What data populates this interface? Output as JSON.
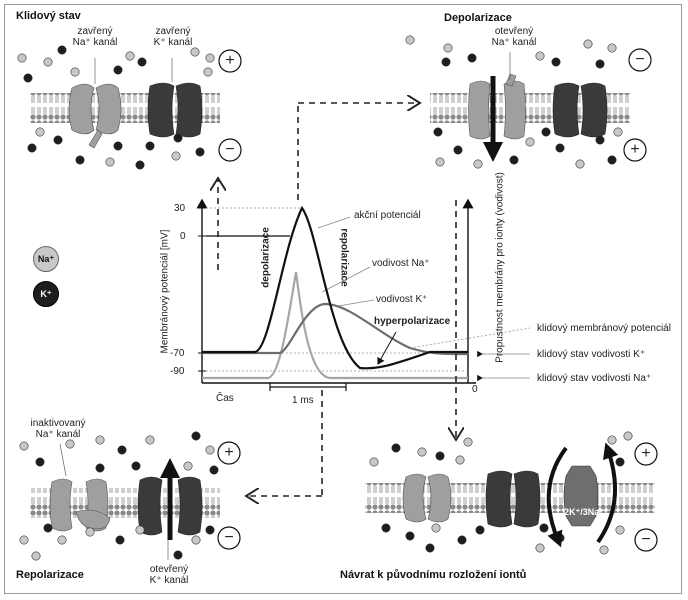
{
  "titles": {
    "rest": "Klidový stav",
    "depolarization": "Depolarizace",
    "repolarization": "Repolarizace",
    "return": "Návrat k původnímu rozložení iontů"
  },
  "channels": {
    "rest_na": [
      "zavřený",
      "Na⁺ kanál"
    ],
    "rest_k": [
      "zavřený",
      "K⁺ kanál"
    ],
    "depol_na": [
      "otevřený",
      "Na⁺ kanál"
    ],
    "repol_na": [
      "inaktivovaný",
      "Na⁺ kanál"
    ],
    "repol_k": [
      "otevřený",
      "K⁺ kanál"
    ],
    "pump": "2K⁺/3Na⁺"
  },
  "signs": {
    "plus": "+",
    "minus": "−"
  },
  "legend": {
    "na": "Na⁺",
    "k": "K⁺"
  },
  "graph": {
    "y_ticks": [
      "30",
      "0",
      "-70",
      "-90"
    ],
    "y_label_left": "Membránový potenciál [mV]",
    "y_label_right": "Propustnost membrány pro ionty (vodivost)",
    "right_zero": "0",
    "x_label": "Čas",
    "scale_bar": "1 ms",
    "phase_depol": "depolarizace",
    "phase_repol": "repolarizace",
    "hyper": "hyperpolarizace",
    "curve_ap": "akční potenciál",
    "curve_na": "vodivost Na⁺",
    "curve_k": "vodivost K⁺",
    "ref_rest_potential": "klidový membránový potenciál",
    "ref_rest_k": "klidový stav vodivosti K⁺",
    "ref_rest_na": "klidový stav vodivosti Na⁺"
  },
  "colors": {
    "na_ion": "#c8c8c8",
    "k_ion": "#1e1e1e",
    "na_channel": "#9f9f9f",
    "k_channel": "#3a3a3a",
    "lipid_head": "#8a8a8a"
  }
}
